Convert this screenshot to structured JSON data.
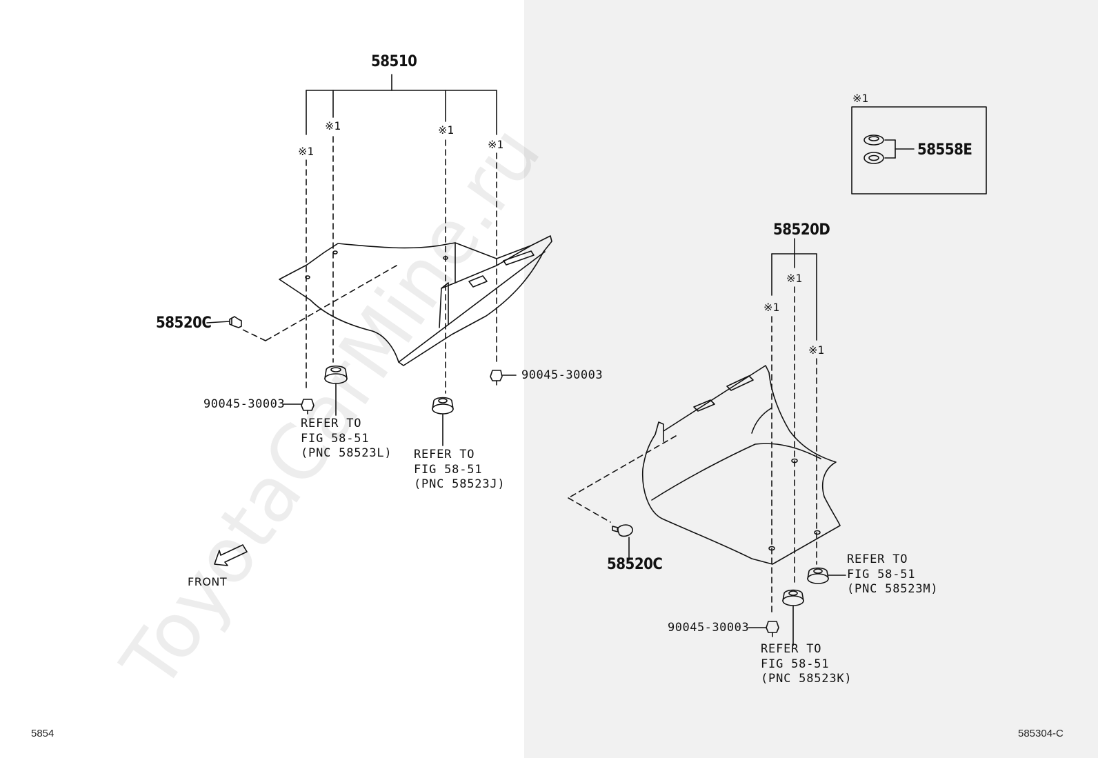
{
  "watermark": "ToyotaCarMine.ru",
  "labels": {
    "p58510": "58510",
    "p58520C_left": "58520C",
    "p58520C_right": "58520C",
    "p58520D": "58520D",
    "p58558E": "58558E",
    "clip_a": "90045-30003",
    "clip_b": "90045-30003",
    "clip_c": "90045-30003",
    "front": "FRONT",
    "note_mark": "※1"
  },
  "refs": {
    "ref_l": [
      "REFER TO",
      "FIG 58-51",
      "(PNC 58523L)"
    ],
    "ref_j": [
      "REFER TO",
      "FIG 58-51",
      "(PNC 58523J)"
    ],
    "ref_m": [
      "REFER TO",
      "FIG 58-51",
      "(PNC 58523M)"
    ],
    "ref_k": [
      "REFER TO",
      "FIG 58-51",
      "(PNC 58523K)"
    ]
  },
  "footer": {
    "left_code": "5854",
    "right_code": "585304-C"
  }
}
